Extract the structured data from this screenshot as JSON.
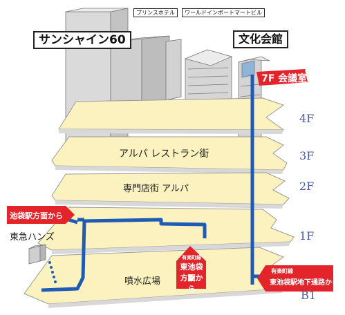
{
  "labels": {
    "sunshine60": "サンシャイン60",
    "bunka_kaikan": "文化会館",
    "prince_hotel": "プリンスホテル",
    "world_import_mart": "ワールドインポートマートビル",
    "meeting_room": "7F 会議室",
    "tokyu_hands": "東急ハンズ",
    "fountain_plaza": "噴水広場"
  },
  "floors": [
    {
      "num": "4F",
      "name": ""
    },
    {
      "num": "3F",
      "name": "アルパ レストラン街"
    },
    {
      "num": "2F",
      "name": "専門店街 アルパ"
    },
    {
      "num": "1F",
      "name": ""
    },
    {
      "num": "B1",
      "name": ""
    }
  ],
  "callouts": {
    "from_ikebukuro": "池袋駅方面から",
    "from_higashi_small": "有楽町線",
    "from_higashi_main1": "東池袋駅",
    "from_higashi_main2": "方面から",
    "from_underground_small": "有楽町線",
    "from_underground_main": "東池袋駅地下通路から"
  },
  "colors": {
    "floor_fill": "#fbf2bf",
    "route_blue": "#1f5bb5",
    "callout_red": "#e3242b",
    "building_gray": "#d9d9d9"
  }
}
